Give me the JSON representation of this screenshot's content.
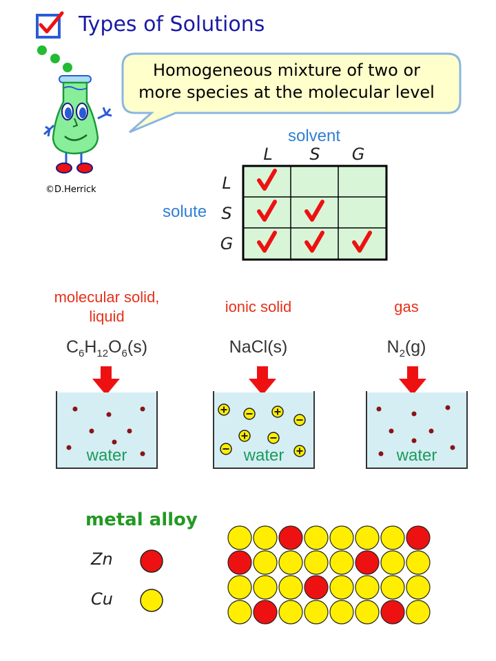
{
  "title": "Types of Solutions",
  "definition": {
    "line1": "Homogeneous mixture of two or",
    "line2": "more species at the molecular level"
  },
  "credit": "©D.Herrick",
  "table": {
    "column_axis_label": "solvent",
    "row_axis_label": "solute",
    "columns": [
      "L",
      "S",
      "G"
    ],
    "rows": [
      "L",
      "S",
      "G"
    ],
    "checked": [
      [
        true,
        false,
        false
      ],
      [
        true,
        true,
        false
      ],
      [
        true,
        true,
        true
      ]
    ]
  },
  "examples": [
    {
      "category": "molecular solid, liquid",
      "formula_html": "C<sub>6</sub>H<sub>12</sub>O<sub>6</sub>(s)",
      "solvent": "water"
    },
    {
      "category": "ionic solid",
      "formula_html": "NaCl(s)",
      "solvent": "water"
    },
    {
      "category": "gas",
      "formula_html": "N<sub>2</sub>(g)",
      "solvent": "water"
    }
  ],
  "alloy": {
    "title": "metal alloy",
    "legend": [
      {
        "label": "Zn",
        "color": "#ee1111"
      },
      {
        "label": "Cu",
        "color": "#ffee00"
      }
    ],
    "grid": [
      [
        "Cu",
        "Cu",
        "Zn",
        "Cu",
        "Cu",
        "Cu",
        "Cu",
        "Zn"
      ],
      [
        "Zn",
        "Cu",
        "Cu",
        "Cu",
        "Cu",
        "Zn",
        "Cu",
        "Cu"
      ],
      [
        "Cu",
        "Cu",
        "Cu",
        "Zn",
        "Cu",
        "Cu",
        "Cu",
        "Cu"
      ],
      [
        "Cu",
        "Zn",
        "Cu",
        "Cu",
        "Cu",
        "Cu",
        "Zn",
        "Cu"
      ]
    ]
  },
  "colors": {
    "title": "#1a1aa6",
    "accent_blue": "#2f7fd6",
    "check_red": "#ee1111",
    "category_red": "#e6301a",
    "water_green": "#1e9a5a",
    "water_fill": "#d4eef4",
    "table_fill": "#d8f5d8",
    "bubble_fill": "#ffffcc"
  },
  "icons": {
    "logo": "checkbox-icon",
    "mascot": "flask-mascot-icon"
  }
}
